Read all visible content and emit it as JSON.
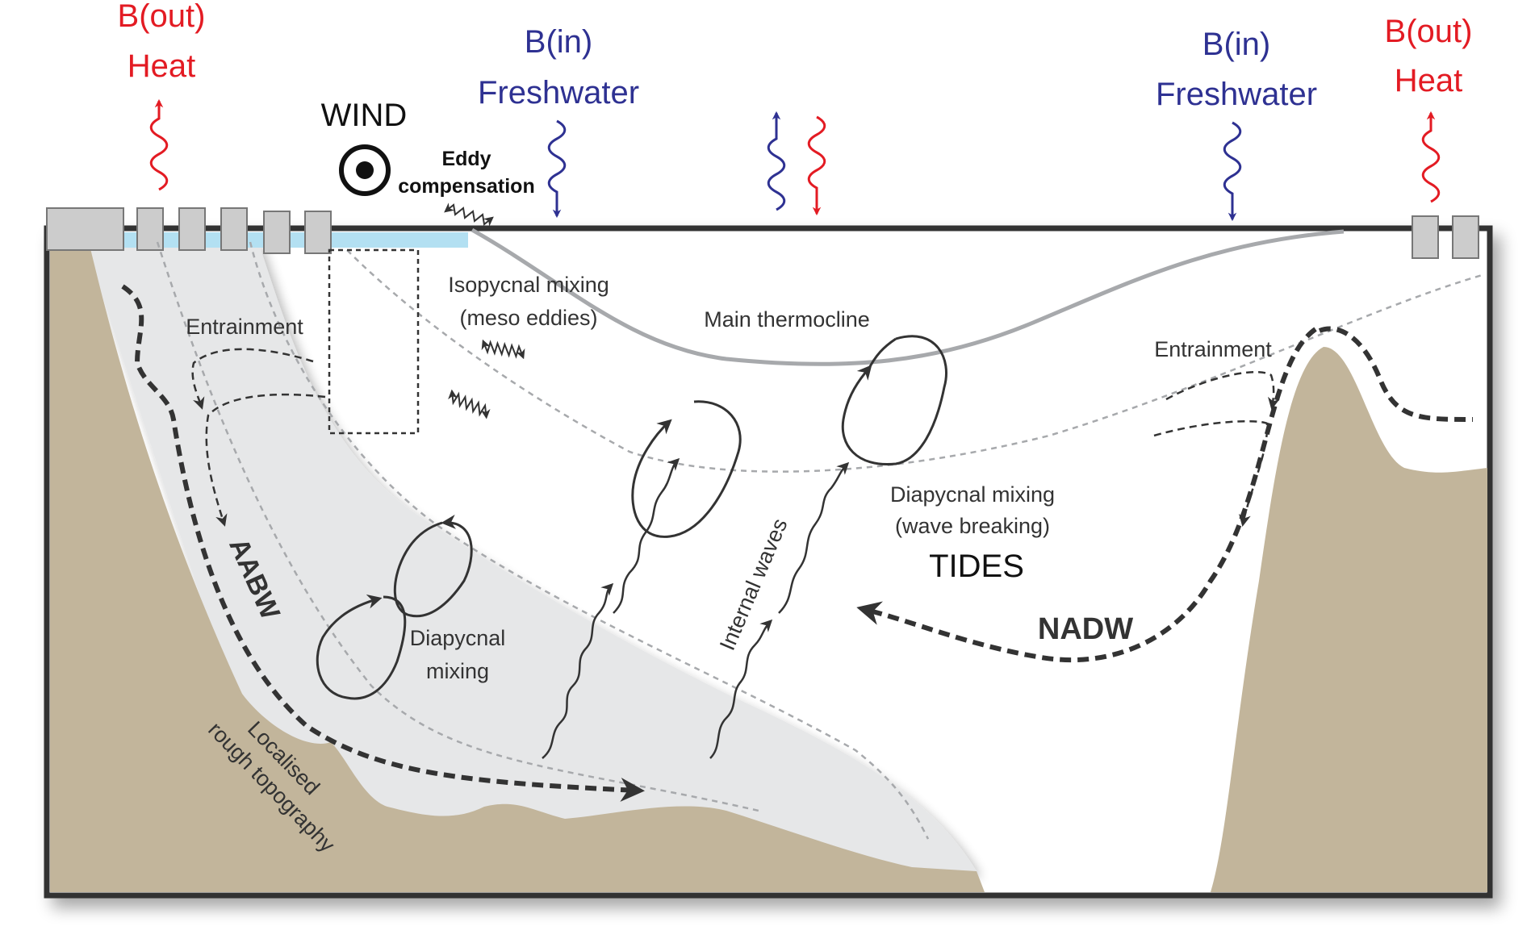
{
  "labels": {
    "heat_left_line1": "B(out)",
    "heat_left_line2": "Heat",
    "heat_right_line1": "B(out)",
    "heat_right_line2": "Heat",
    "fw_left_line1": "B(in)",
    "fw_left_line2": "Freshwater",
    "fw_right_line1": "B(in)",
    "fw_right_line2": "Freshwater",
    "wind": "WIND",
    "eddy_line1": "Eddy",
    "eddy_line2": "compensation",
    "isopycnal_line1": "Isopycnal mixing",
    "isopycnal_line2": "(meso eddies)",
    "main_thermocline": "Main thermocline",
    "entrainment_left": "Entrainment",
    "entrainment_right": "Entrainment",
    "diapycnal_wave_line1": "Diapycnal mixing",
    "diapycnal_wave_line2": "(wave breaking)",
    "tides": "TIDES",
    "internal_waves": "Internal waves",
    "diapycnal_line1": "Diapycnal",
    "diapycnal_line2": "mixing",
    "aabw": "AABW",
    "nadw": "NADW",
    "rough_line1": "Localised",
    "rough_line2": "rough topography"
  },
  "colors": {
    "heat": "#e31b23",
    "freshwater": "#2e3192",
    "seafloor": "#c2b59b",
    "deep_water": "#e6e7e8",
    "sea_ice": "#b3e0f2",
    "ice_block": "#cccccc",
    "thermocline": "#a7a9ac",
    "frame": "#333333"
  },
  "icons": [
    "wind-out-of-page-icon",
    "wavy-arrow-icon",
    "circulation-loop-icon"
  ]
}
